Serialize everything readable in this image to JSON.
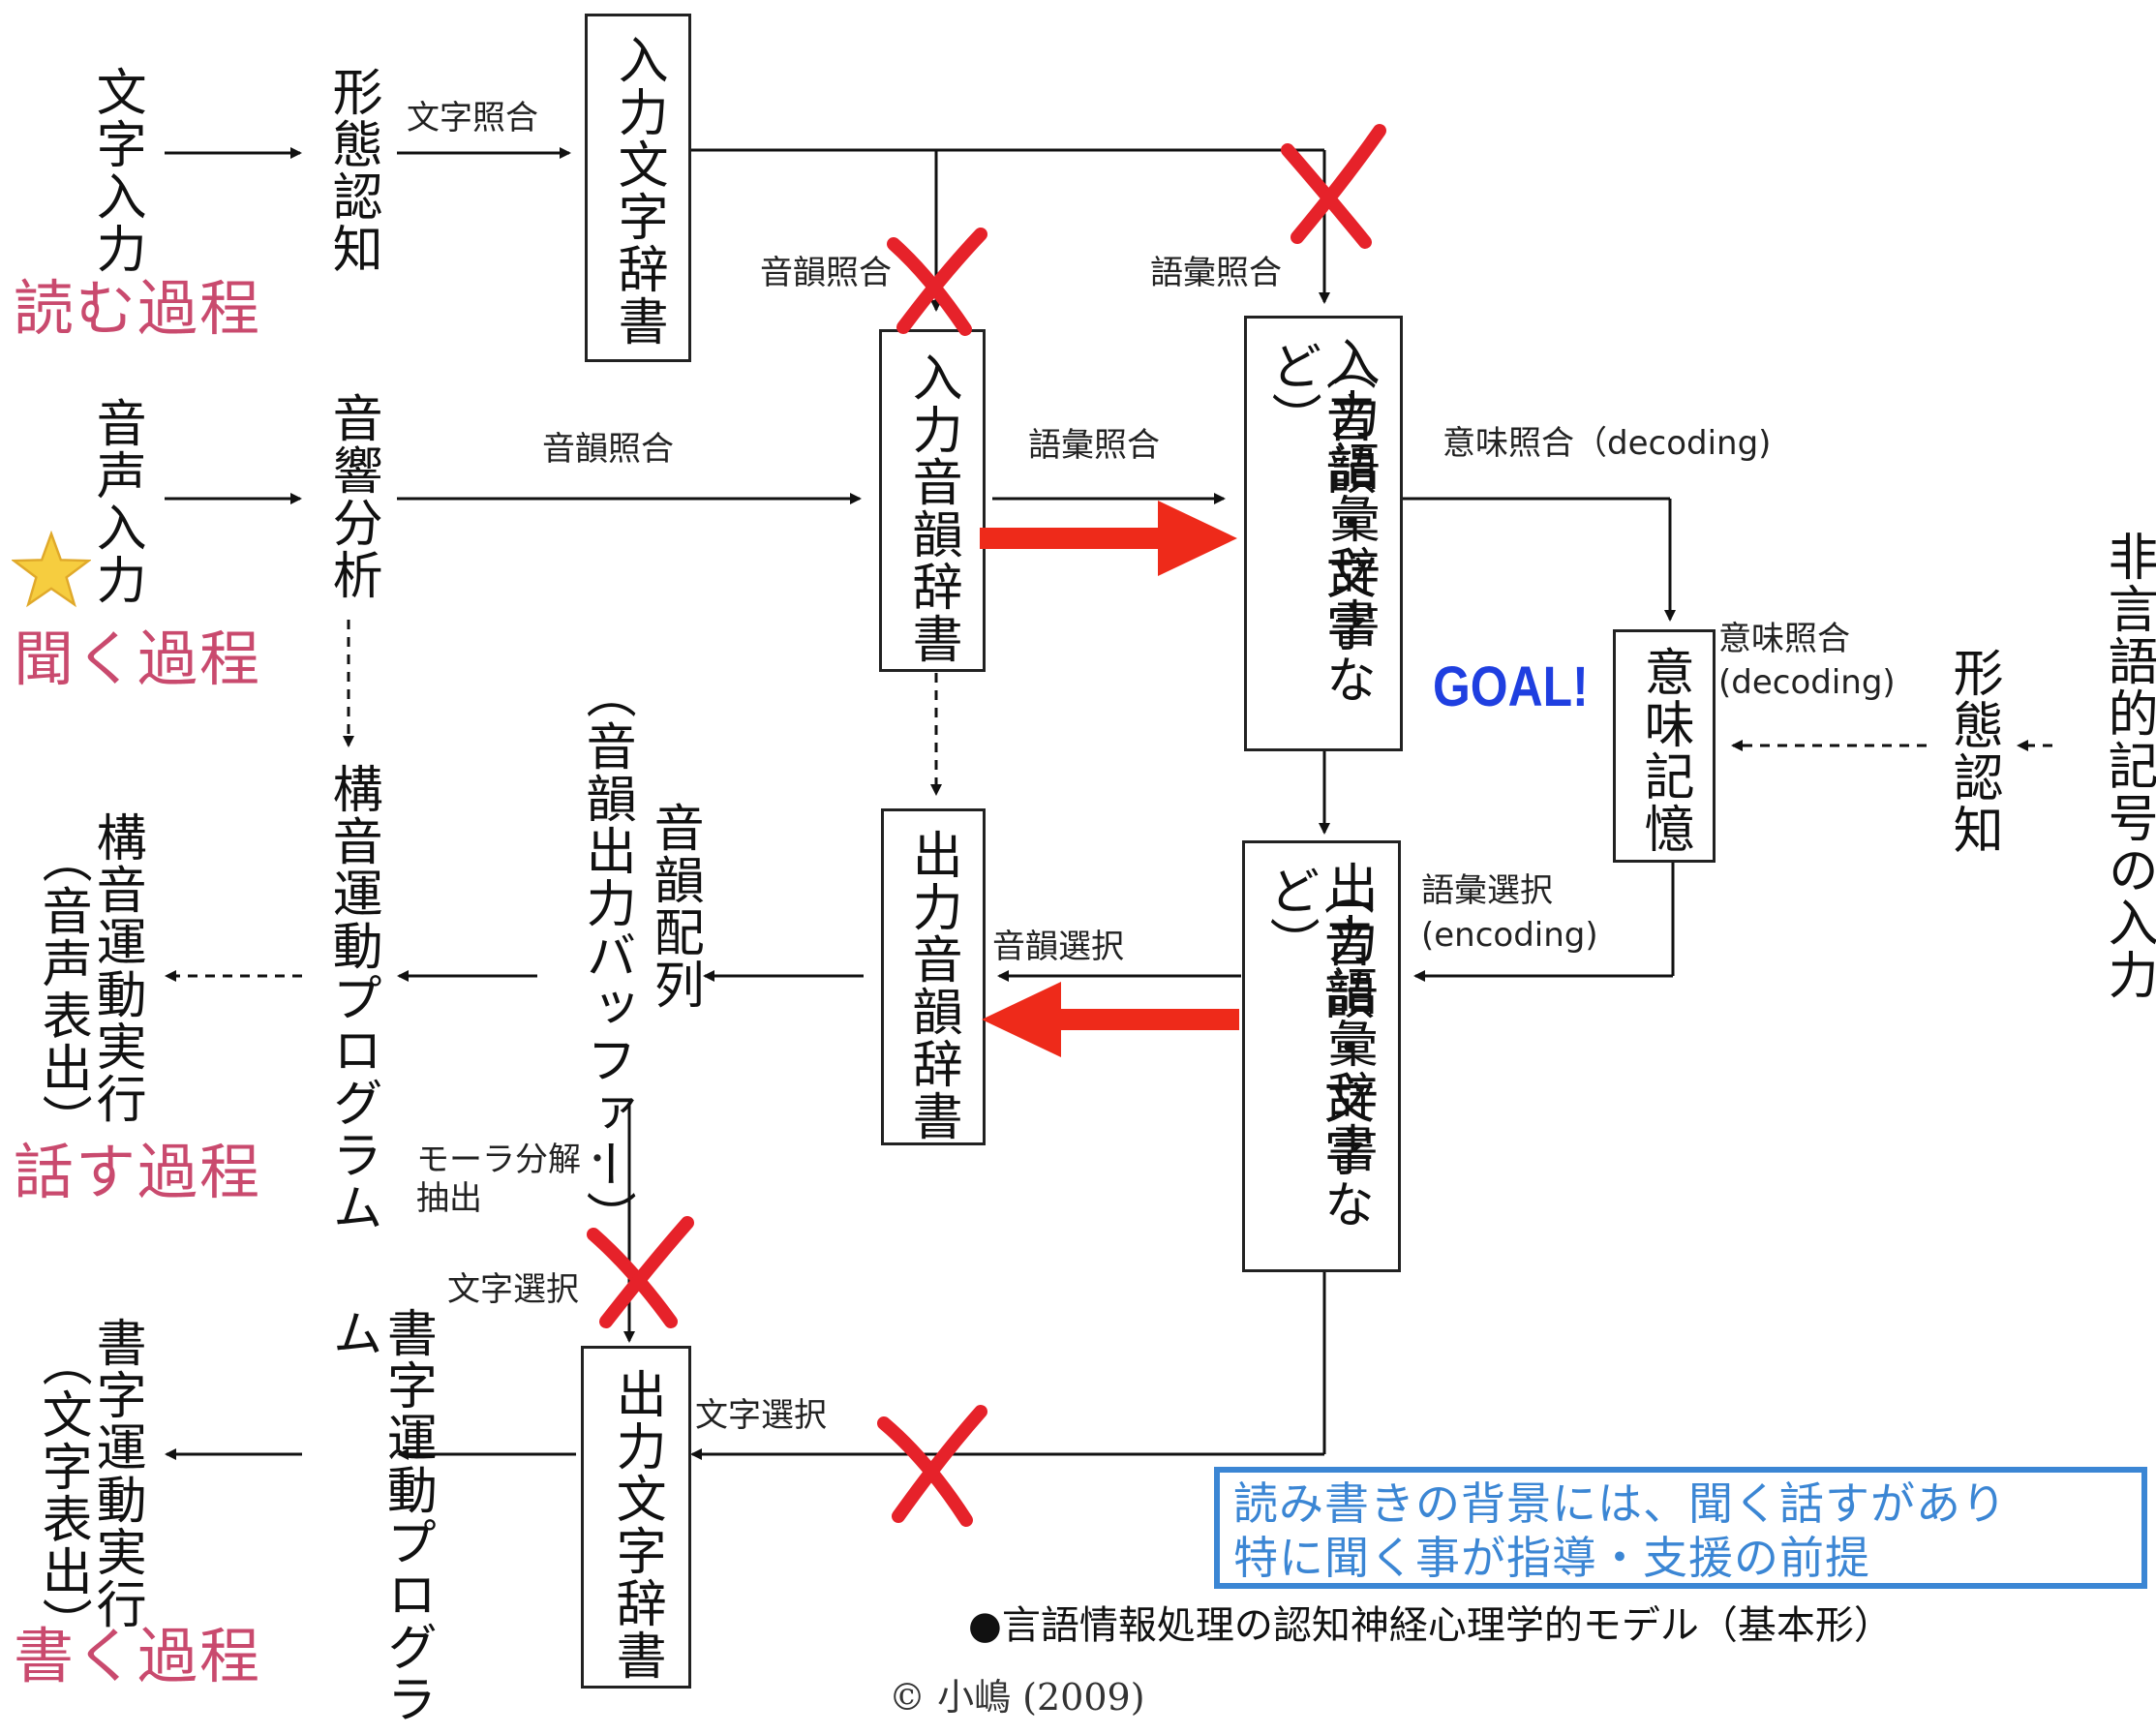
{
  "processes": {
    "read": "読む過程",
    "listen": "聞く過程",
    "speak": "話す過程",
    "write": "書く過程"
  },
  "inputs": {
    "char_input": "文字入力",
    "voice_input": "音声入力",
    "nonverbal_input": "非言語的記号の入力"
  },
  "stages": {
    "form_recognition_1": "形態認知",
    "acoustic_analysis": "音響分析",
    "articulatory_program": "構音運動プログラム",
    "articulatory_execution": "構音運動実行",
    "voice_output": "（音声表出）",
    "phoneme_arrangement": "音韻配列",
    "phoneme_buffer": "（音韻出力バッファー）",
    "writing_program": "書字運動プログラム",
    "writing_execution": "書字運動実行",
    "char_output": "（文字表出）",
    "form_recognition_2": "形態認知"
  },
  "boxes": {
    "input_char_dict": "入力文字辞書",
    "input_phoneme_dict": "入力音韻辞書",
    "input_lexicon": "入力語彙辞書",
    "input_lexicon_sub": "（音韻・文字など）",
    "semantic_memory": "意味記憶",
    "output_lexicon": "出力語彙辞書",
    "output_lexicon_sub": "（音韻・文字など）",
    "output_phoneme_dict": "出力音韻辞書",
    "output_char_dict": "出力文字辞書"
  },
  "edge_labels": {
    "char_match": "文字照合",
    "phoneme_match_top": "音韻照合",
    "lexical_match_top": "語彙照合",
    "phoneme_match_mid": "音韻照合",
    "lexical_match_mid": "語彙照合",
    "semantic_match_1": "意味照合（decoding)",
    "semantic_match_2": "意味照合",
    "semantic_match_2b": "(decoding)",
    "lexical_select": "語彙選択",
    "lexical_select_b": "(encoding)",
    "phoneme_select": "音韻選択",
    "mora_decomp": "モーラ分解・",
    "mora_decomp_b": "抽出",
    "char_select_1": "文字選択",
    "char_select_2": "文字選択"
  },
  "goal_label": "GOAL!",
  "note": {
    "line1": "読み書きの背景には、聞く話すがあり",
    "line2": "特に聞く事が指導・支援の前提"
  },
  "caption": "●言語情報処理の認知神経心理学的モデル（基本形）",
  "copyright": "© 小嶋 (2009)",
  "colors": {
    "process_label": "#c94a6e",
    "overlay_red": "#ee2a1a",
    "goal_blue": "#1f3fe0",
    "note_blue": "#3b86d4"
  },
  "icons": [
    "star-icon",
    "cross-mark-icon",
    "red-arrow-icon"
  ]
}
